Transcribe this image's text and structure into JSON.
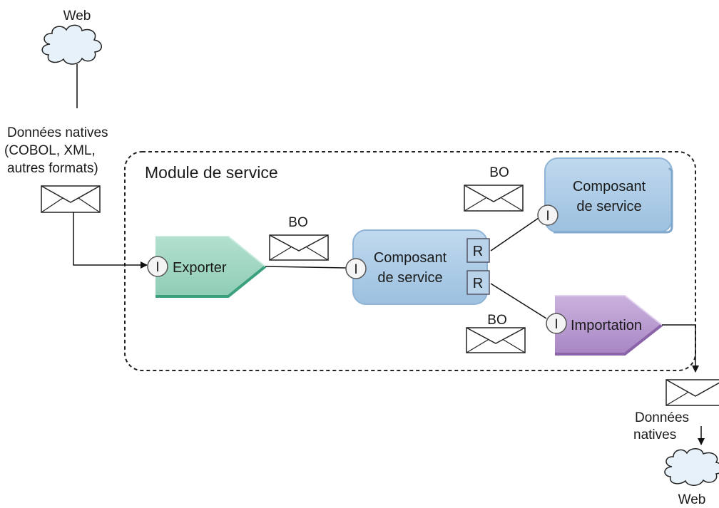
{
  "web_top": {
    "label": "Web"
  },
  "native_data_in": {
    "line1": "Données natives",
    "line2": "(COBOL, XML,",
    "line3": "autres formats)"
  },
  "module": {
    "title": "Module de service"
  },
  "exporter": {
    "label": "Exporter",
    "interface_letter": "I"
  },
  "bo_labels": {
    "export_to_component": "BO",
    "component_to_top": "BO",
    "component_to_import": "BO"
  },
  "component_main": {
    "line1": "Composant",
    "line2": "de service",
    "interface_letter": "I",
    "ref1": "R",
    "ref2": "R"
  },
  "component_top": {
    "line1": "Composant",
    "line2": "de service",
    "interface_letter": "I"
  },
  "importer": {
    "label": "Importation",
    "interface_letter": "I"
  },
  "native_data_out": {
    "line1": "Données",
    "line2": "natives"
  },
  "web_bottom": {
    "label": "Web"
  },
  "colors": {
    "exporter": "#9fd4c0",
    "exporter_edge": "#3aa07e",
    "component": "#a9c9e3",
    "component_edge": "#7fa8cc",
    "importer": "#b89bcf",
    "importer_edge": "#8a63a8",
    "cloud": "#e6f1fa"
  }
}
